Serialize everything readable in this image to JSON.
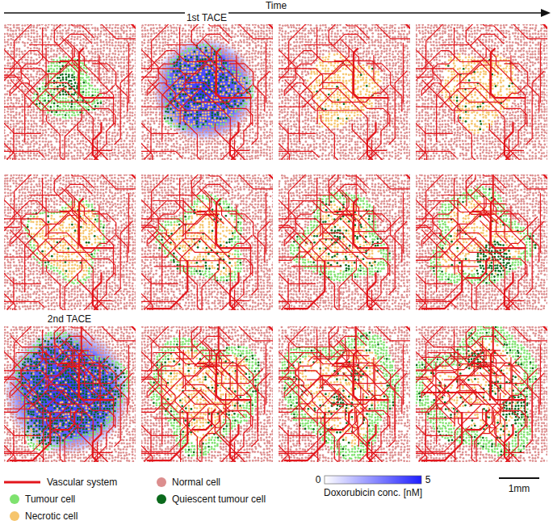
{
  "diagram": {
    "labels": [
      "Time",
      "1st TACE",
      "2nd TACE",
      "0",
      "5",
      "Doxorubicin conc. [nM]",
      "1mm"
    ],
    "legend": [
      {
        "text": "Vascular system"
      },
      {
        "text": "Tumour cell",
        "color": "#7fe26f"
      },
      {
        "text": "Necrotic cell",
        "color": "#f6c56c"
      },
      {
        "text": "Normal cell",
        "color": "#dc8e8e"
      },
      {
        "text": "Quiescent tumour cell",
        "color": "#0b6a1c"
      }
    ]
  }
}
